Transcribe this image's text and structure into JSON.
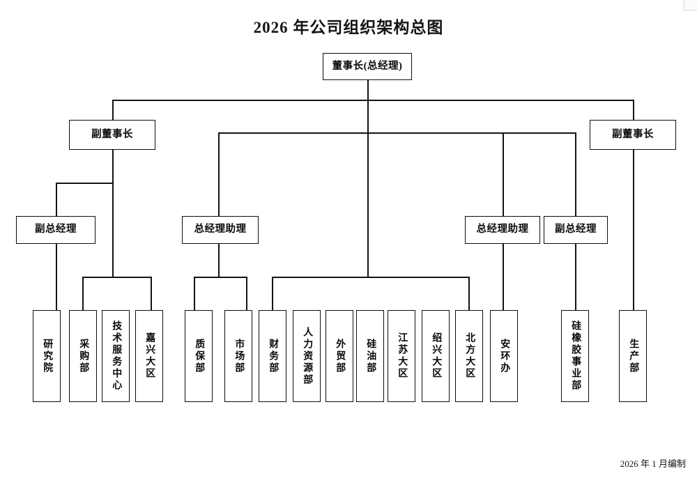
{
  "document": {
    "title": "2026 年公司组织架构总图",
    "footer": "2026 年 1 月编制"
  },
  "org": {
    "root": {
      "label": "董事长(总经理)"
    },
    "level2": [
      {
        "label": "副董事长",
        "side": "left"
      },
      {
        "label": "副董事长",
        "side": "right"
      }
    ],
    "level3": [
      {
        "label": "副总经理"
      },
      {
        "label": "总经理助理"
      },
      {
        "label": "总经理助理"
      },
      {
        "label": "副总经理"
      }
    ],
    "departments": [
      {
        "label": "研究院"
      },
      {
        "label": "采购部"
      },
      {
        "label": "技术服务中心"
      },
      {
        "label": "嘉兴大区"
      },
      {
        "label": "质保部"
      },
      {
        "label": "市场部"
      },
      {
        "label": "财务部"
      },
      {
        "label": "人力资源部"
      },
      {
        "label": "外贸部"
      },
      {
        "label": "硅油部"
      },
      {
        "label": "江苏大区"
      },
      {
        "label": "绍兴大区"
      },
      {
        "label": "北方大区"
      },
      {
        "label": "安环办"
      },
      {
        "label": "硅橡胶事业部"
      },
      {
        "label": "生产部"
      }
    ]
  },
  "style": {
    "line_color": "#131313",
    "box_border": "#0d0d0d",
    "text_color": "#0a0a0a",
    "background": "#ffffff"
  }
}
